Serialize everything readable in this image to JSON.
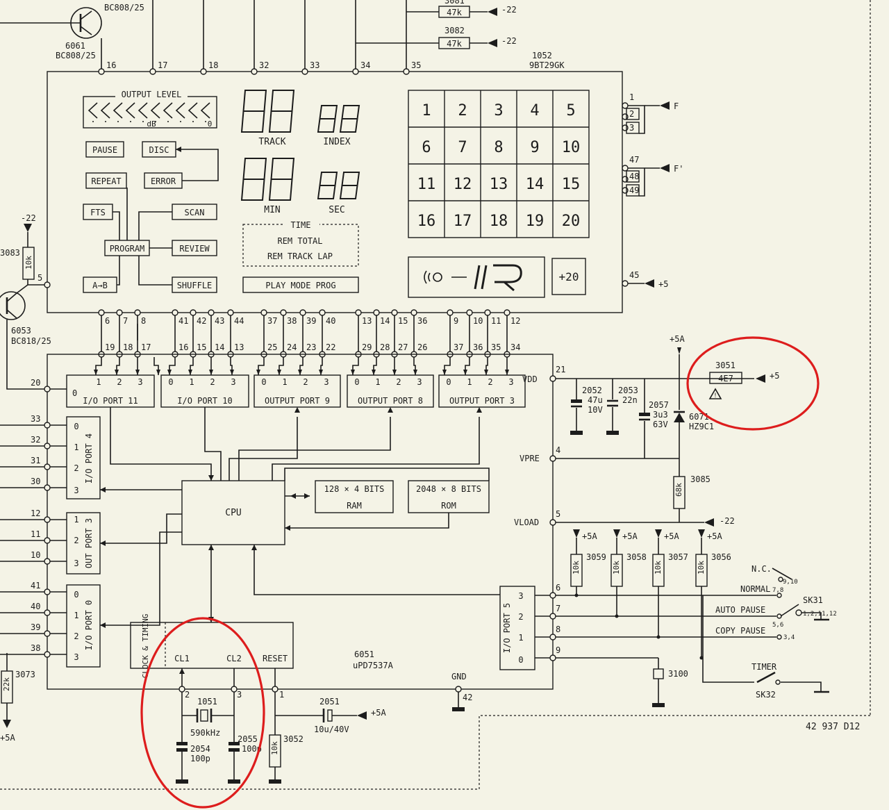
{
  "drawing": {
    "number": "42 937 D12"
  },
  "transistors": {
    "t6061": {
      "ref": "6061",
      "type": "BC808/25",
      "type_top": "BC808/25"
    },
    "t6053": {
      "ref": "6053",
      "type": "BC818/25"
    }
  },
  "display": {
    "ref": "1052",
    "part": "9BT29GK",
    "top_pins": [
      "16",
      "17",
      "18",
      "32",
      "33",
      "34",
      "35"
    ],
    "output_level_label": "OUTPUT LEVEL",
    "db_label": "dB",
    "zero_label": "0",
    "track_label": "TRACK",
    "index_label": "INDEX",
    "min_label": "MIN",
    "sec_label": "SEC",
    "indicators": {
      "pause": "PAUSE",
      "disc": "DISC",
      "repeat": "REPEAT",
      "error": "ERROR",
      "fts": "FTS",
      "scan": "SCAN",
      "program": "PROGRAM",
      "review": "REVIEW",
      "ab": "A→B",
      "shuffle": "SHUFFLE"
    },
    "time_title": "TIME",
    "time_line1": "REM TOTAL",
    "time_line2": "REM TRACK LAP",
    "play_mode": "PLAY   MODE   PROG",
    "grid": [
      [
        "1",
        "2",
        "3",
        "4",
        "5"
      ],
      [
        "6",
        "7",
        "8",
        "9",
        "10"
      ],
      [
        "11",
        "12",
        "13",
        "14",
        "15"
      ],
      [
        "16",
        "17",
        "18",
        "19",
        "20"
      ]
    ],
    "plus20": "+20",
    "right_pins": [
      "1",
      "2",
      "3",
      "47",
      "48",
      "49",
      "45"
    ],
    "f_label": "F",
    "f2_label": "F'",
    "plus5_label": "+5",
    "bottom_pins": [
      "6",
      "7",
      "8",
      "41",
      "42",
      "43",
      "44",
      "37",
      "38",
      "39",
      "40",
      "13",
      "14",
      "15",
      "36",
      "9",
      "10",
      "11",
      "12"
    ],
    "left_pin": "5"
  },
  "resistors_top": {
    "r3081": {
      "ref": "3081",
      "value": "47k"
    },
    "r3082": {
      "ref": "3082",
      "value": "47k"
    },
    "neg22": "-22"
  },
  "left_side": {
    "neg22": "-22",
    "r3083": {
      "ref": "3083",
      "value": "10k"
    },
    "r3073": {
      "ref": "3073",
      "value": "22k"
    },
    "plus5a": "+5A"
  },
  "mcu": {
    "ref": "6051",
    "part": "uPD7537A",
    "top_pins": [
      "19",
      "18",
      "17",
      "16",
      "15",
      "14",
      "13",
      "25",
      "24",
      "23",
      "22",
      "29",
      "28",
      "27",
      "26",
      "37",
      "36",
      "35",
      "34"
    ],
    "ports": {
      "io11": {
        "label": "I/O PORT 11",
        "bits": [
          "0",
          "1",
          "2",
          "3"
        ]
      },
      "io10": {
        "label": "I/O PORT 10",
        "bits": [
          "0",
          "1",
          "2",
          "3"
        ]
      },
      "out9": {
        "label": "OUTPUT PORT 9",
        "bits": [
          "0",
          "1",
          "2",
          "3"
        ]
      },
      "out8": {
        "label": "OUTPUT PORT 8",
        "bits": [
          "0",
          "1",
          "2",
          "3"
        ]
      },
      "out3": {
        "label": "OUTPUT PORT 3",
        "bits": [
          "0",
          "1",
          "2",
          "3"
        ]
      },
      "io4": {
        "label": "I/O PORT 4",
        "bits": [
          "0",
          "1",
          "2",
          "3"
        ]
      },
      "out3v": {
        "label": "OUT PORT 3",
        "bits": [
          "1",
          "2",
          "3"
        ]
      },
      "io0": {
        "label": "I/O PORT 0",
        "bits": [
          "0",
          "1",
          "2",
          "3"
        ]
      },
      "io5": {
        "label": "I/O PORT 5",
        "bits": [
          "3",
          "2",
          "1",
          "0"
        ]
      }
    },
    "cpu": "CPU",
    "ram_line1": "128 × 4 BITS",
    "ram_line2": "RAM",
    "rom_line1": "2048 × 8 BITS",
    "rom_line2": "ROM",
    "clock": "CLOCK & TIMING",
    "cl1": "CL1",
    "cl2": "CL2",
    "reset": "RESET",
    "vdd": "VDD",
    "vpre": "VPRE",
    "vload": "VLOAD",
    "gnd": "GND",
    "left_pins": [
      "20",
      "33",
      "32",
      "31",
      "30",
      "12",
      "11",
      "10",
      "41",
      "40",
      "39",
      "38"
    ],
    "right_pins": [
      "21",
      "4",
      "5",
      "6",
      "7",
      "8",
      "9"
    ],
    "bottom_pins": [
      "2",
      "3",
      "1",
      "42"
    ]
  },
  "supply": {
    "plus5a": "+5A",
    "plus5": "+5",
    "neg22": "-22",
    "r3051": {
      "ref": "3051",
      "value": "4E7"
    },
    "c2052": {
      "ref": "2052",
      "value": "47u",
      "volt": "10V"
    },
    "c2053": {
      "ref": "2053",
      "value": "22n"
    },
    "c2057": {
      "ref": "2057",
      "value": "3u3",
      "volt": "63V"
    },
    "d6071": {
      "ref": "6071",
      "part": "HZ9C1"
    },
    "r3085": {
      "ref": "3085",
      "value": "68k"
    }
  },
  "pullups": {
    "plus5a": "+5A",
    "refs": [
      "3059",
      "3058",
      "3057",
      "3056"
    ],
    "value": "10k"
  },
  "switches": {
    "nc": "N.C.",
    "normal": "NORMAL",
    "auto_pause": "AUTO PAUSE",
    "copy_pause": "COPY PAUSE",
    "sk31": "SK31",
    "sk31_pins": "1,2,11,12",
    "p910": "9,10",
    "p78": "7,8",
    "p56": "5,6",
    "p34": "3,4",
    "timer": "TIMER",
    "sk32": "SK32",
    "r3100": "3100"
  },
  "crystal": {
    "x1051": {
      "ref": "1051",
      "freq": "590kHz"
    },
    "c2054": {
      "ref": "2054",
      "value": "100p"
    },
    "c2055": {
      "ref": "2055",
      "value": "100p"
    },
    "c2051": {
      "ref": "2051",
      "value": "10u/40V"
    },
    "r3052": {
      "ref": "3052",
      "value": "10k"
    },
    "plus5a": "+5A"
  },
  "highlight_color": "#dd1d1d"
}
